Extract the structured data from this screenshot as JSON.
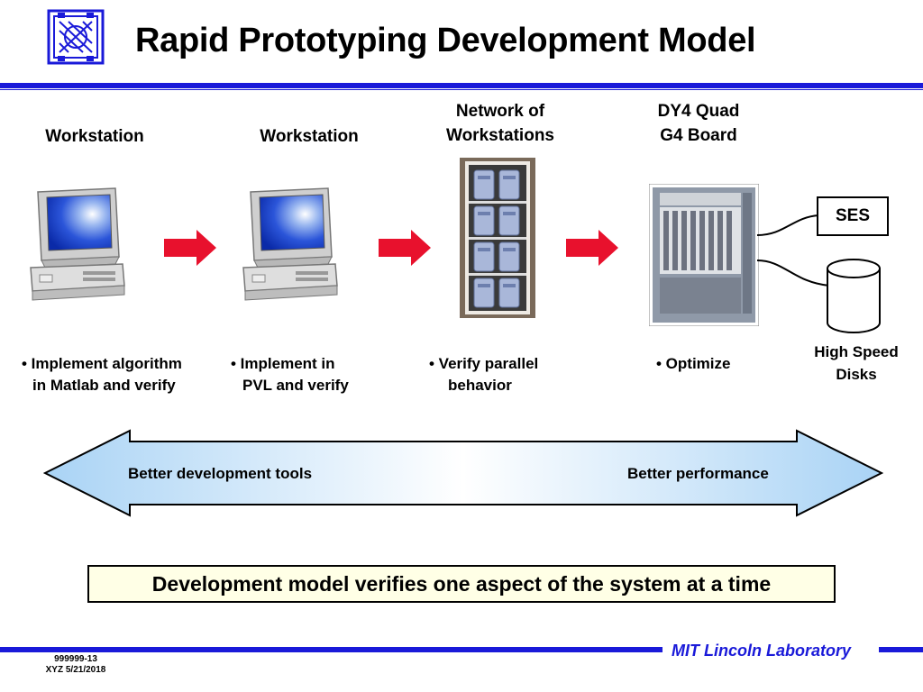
{
  "header": {
    "title": "Rapid Prototyping Development Model"
  },
  "stages": [
    {
      "title_line1": "Workstation",
      "title_line2": "",
      "bullet_line1": "• Implement algorithm",
      "bullet_line2": "in Matlab and verify"
    },
    {
      "title_line1": "Workstation",
      "title_line2": "",
      "bullet_line1": "• Implement in",
      "bullet_line2": "PVL and verify"
    },
    {
      "title_line1": "Network of",
      "title_line2": "Workstations",
      "bullet_line1": "• Verify parallel",
      "bullet_line2": "behavior"
    },
    {
      "title_line1": "DY4 Quad",
      "title_line2": "G4 Board",
      "bullet_line1": "• Optimize",
      "bullet_line2": ""
    }
  ],
  "peripherals": {
    "ses_label": "SES",
    "disk_label_line1": "High Speed",
    "disk_label_line2": "Disks"
  },
  "banner": {
    "left_label": "Better development tools",
    "right_label": "Better performance"
  },
  "summary": "Development model verifies one aspect of the system at a time",
  "footer": {
    "lab": "MIT Lincoln Laboratory",
    "slide_id": "999999-13",
    "author_date": "XYZ 5/21/2018"
  },
  "colors": {
    "accent_blue": "#1a1ad9",
    "arrow_red": "#e8112d",
    "summary_bg": "#ffffe6",
    "banner_fill": "#d9ecfb"
  },
  "icons": {
    "logo": "mit-ll-logo-icon",
    "workstation": "workstation-computer-icon",
    "cluster": "server-rack-icon",
    "board": "vme-chassis-icon",
    "disk": "disk-cylinder-icon",
    "flow_arrow": "red-right-arrow-icon"
  }
}
